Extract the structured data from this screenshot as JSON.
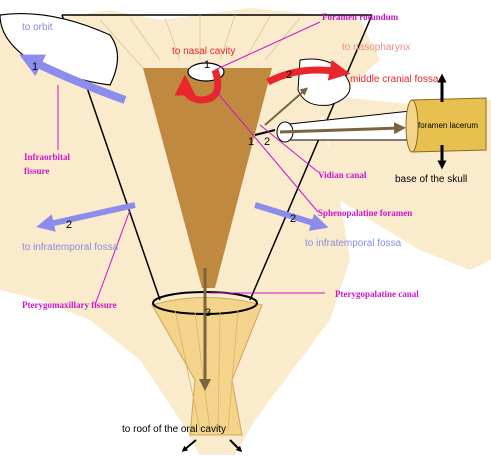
{
  "labels": {
    "foramen_rotundum": "Foramen rotundum",
    "to_orbit": "to orbit",
    "to_nasal_cavity": "to nasal cavity",
    "to_nasopharynx": "to nasopharynx",
    "middle_cranial_fossa": "middle cranial fossa",
    "foramen_lacerum": "foramen lacerum",
    "infraorbital_fissure": "Infraorbital fissure",
    "infraorbital_fissure_line1": "Infraorbital",
    "infraorbital_fissure_line2": "fissure",
    "vidian_canal": "Vidian canal",
    "base_of_skull": "base of the skull",
    "sphenopalatine_foramen": "Sphenopalatine foramen",
    "to_infratemporal_fossa_left": "to infratemporal fossa",
    "to_infratemporal_fossa_right": "to infratemporal fossa",
    "pterygomaxillary_fissure": "Pterygomaxillary fissure",
    "pterygopalatine_canal": "Pterygopalatine canal",
    "to_roof_oral_cavity": "to roof of the oral cavity"
  },
  "numbers": {
    "orbit": "1",
    "rotundum": "1",
    "middle_fossa": "2",
    "vidian_1": "1",
    "vidian_2": "2",
    "infratemporal_left": "2",
    "infratemporal_right": "2",
    "canal": "3"
  },
  "colors": {
    "bone": "#faebcc",
    "fossa": "#bf8a3f",
    "canal": "#f3d48a",
    "blue_arrow": "#8c8ced",
    "red_arrow": "#e8262c",
    "magenta": "#cc14cc",
    "blue_text": "#8a8cdc",
    "pink_text": "#f08c8c",
    "brown_arrow": "#7a6440"
  }
}
